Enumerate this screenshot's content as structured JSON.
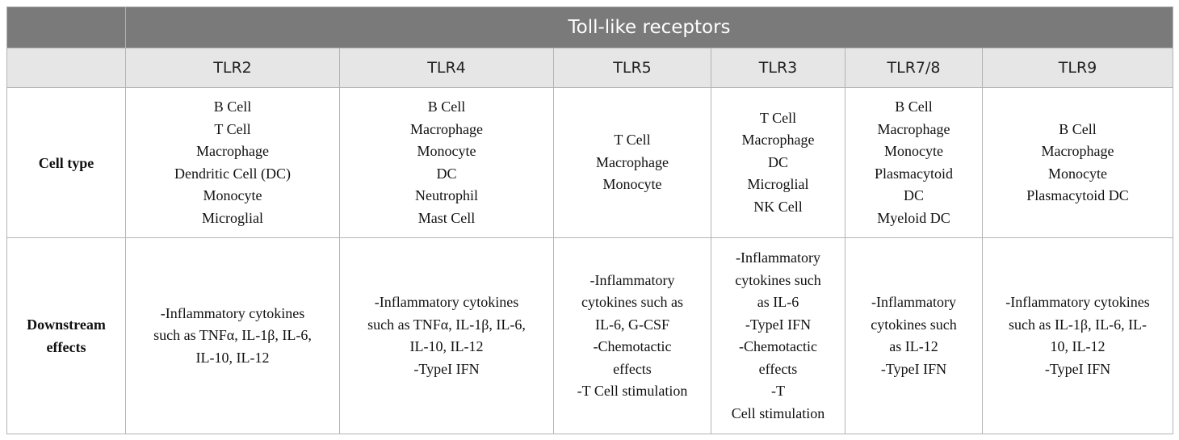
{
  "table": {
    "super_header": "Toll-like receptors",
    "columns": [
      "TLR2",
      "TLR4",
      "TLR5",
      "TLR3",
      "TLR7/8",
      "TLR9"
    ],
    "rows": [
      {
        "label_lines": [
          "Cell type"
        ],
        "cells": [
          [
            "B Cell",
            "T Cell",
            "Macrophage",
            "Dendritic Cell (DC)",
            "Monocyte",
            "Microglial"
          ],
          [
            "B Cell",
            "Macrophage",
            "Monocyte",
            "DC",
            "Neutrophil",
            "Mast Cell"
          ],
          [
            "T Cell",
            "Macrophage",
            "Monocyte"
          ],
          [
            "T Cell",
            "Macrophage",
            "DC",
            "Microglial",
            "NK Cell"
          ],
          [
            "B Cell",
            "Macrophage",
            "Monocyte",
            "Plasmacytoid",
            "DC",
            "Myeloid DC"
          ],
          [
            "B Cell",
            "Macrophage",
            "Monocyte",
            "Plasmacytoid DC"
          ]
        ]
      },
      {
        "label_lines": [
          "Downstream",
          "effects"
        ],
        "cells": [
          [
            "-Inflammatory cytokines",
            "such as TNFα, IL-1β, IL-6,",
            "IL-10, IL-12"
          ],
          [
            "-Inflammatory cytokines",
            "such as TNFα, IL-1β, IL-6,",
            "IL-10, IL-12",
            "-TypeI IFN"
          ],
          [
            "-Inflammatory",
            "cytokines such as",
            "IL-6, G-CSF",
            "-Chemotactic",
            "effects",
            "-T Cell stimulation"
          ],
          [
            "-Inflammatory",
            "cytokines such",
            "as IL-6",
            "-TypeI IFN",
            "-Chemotactic",
            "effects",
            "-T",
            "Cell stimulation"
          ],
          [
            "-Inflammatory",
            "cytokines such",
            "as IL-12",
            "-TypeI IFN"
          ],
          [
            "-Inflammatory cytokines",
            "such as IL-1β, IL-6, IL-",
            "10, IL-12",
            "-TypeI IFN"
          ]
        ]
      }
    ]
  }
}
